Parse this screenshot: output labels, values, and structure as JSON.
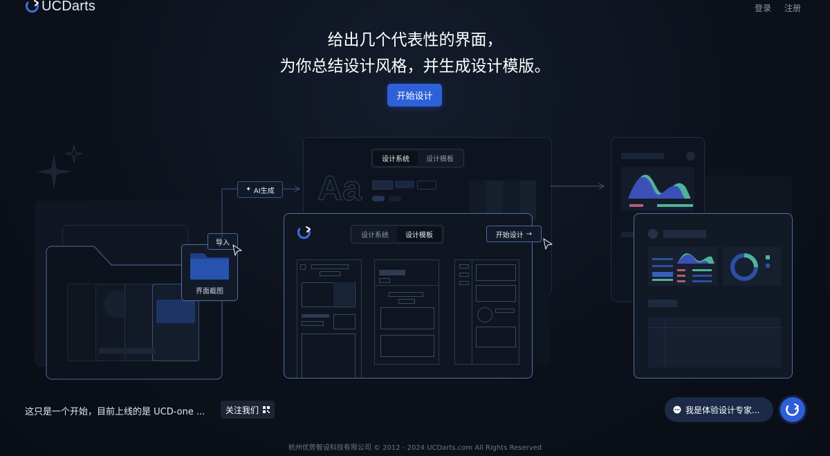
{
  "header": {
    "logo_text": "UCDarts",
    "login_label": "登录",
    "register_label": "注册"
  },
  "hero": {
    "line1": "给出几个代表性的界面，",
    "line2": "为你总结设计风格，并生成设计模版。",
    "cta_label": "开始设计"
  },
  "illustration": {
    "upload_chip": "导入",
    "folder_card_label": "界面截图",
    "ai_chip": "AI生成",
    "back_tabs": [
      "设计系统",
      "设计模板"
    ],
    "type_sample": "Aa",
    "front_tabs": [
      "设计系统",
      "设计模板"
    ],
    "front_cta": "开始设计"
  },
  "bottom": {
    "note": "这只是一个开始，目前上线的是 UCD-one ...",
    "follow_label": "关注我们",
    "chat_label": "我是体验设计专家..."
  },
  "footer": {
    "copyright": "杭州优势智设科技有限公司 © 2012 - 2024 UCDarts.com All Rights Reserved"
  },
  "colors": {
    "accent": "#2e60d8",
    "background": "#0c111b",
    "chart_purple": "#3d4fb8",
    "chart_teal": "#4fb39b"
  }
}
